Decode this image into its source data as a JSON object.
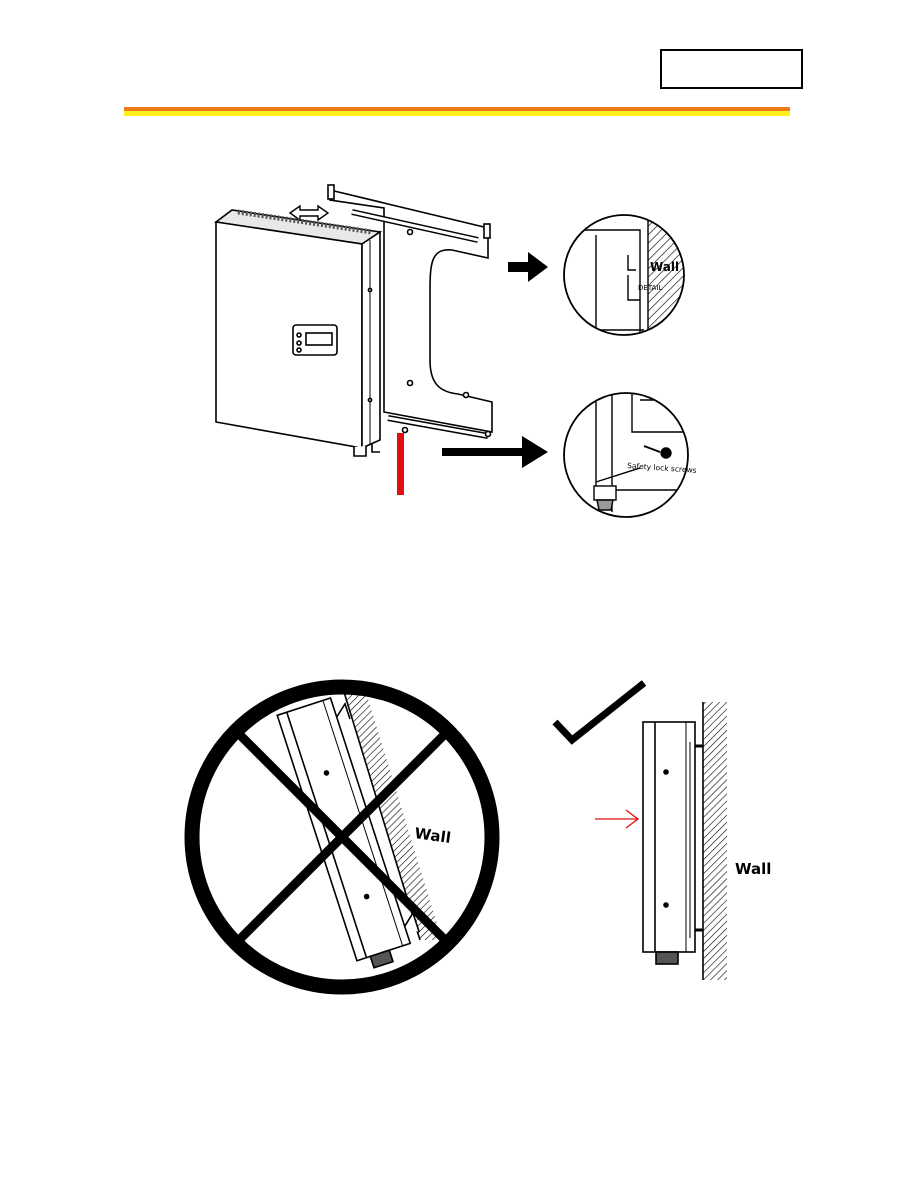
{
  "page": {
    "page_number": "",
    "accent_colors": {
      "header_top": "#f07a1a",
      "header_bottom": "#ffef1c",
      "marker": "#e01010"
    }
  },
  "figure_mounting": {
    "callout_top": {
      "label_wall": "Wall",
      "label_small": "DETAIL"
    },
    "callout_bottom": {
      "label": "Safety lock screws"
    },
    "icons": [
      "arrow-right-icon",
      "arrow-right-icon",
      "red-marker-bar"
    ]
  },
  "figure_orientation": {
    "incorrect": {
      "label_wall": "Wall",
      "icon": "prohibited-icon"
    },
    "correct": {
      "label_wall": "Wall",
      "icon": "checkmark-icon"
    }
  }
}
